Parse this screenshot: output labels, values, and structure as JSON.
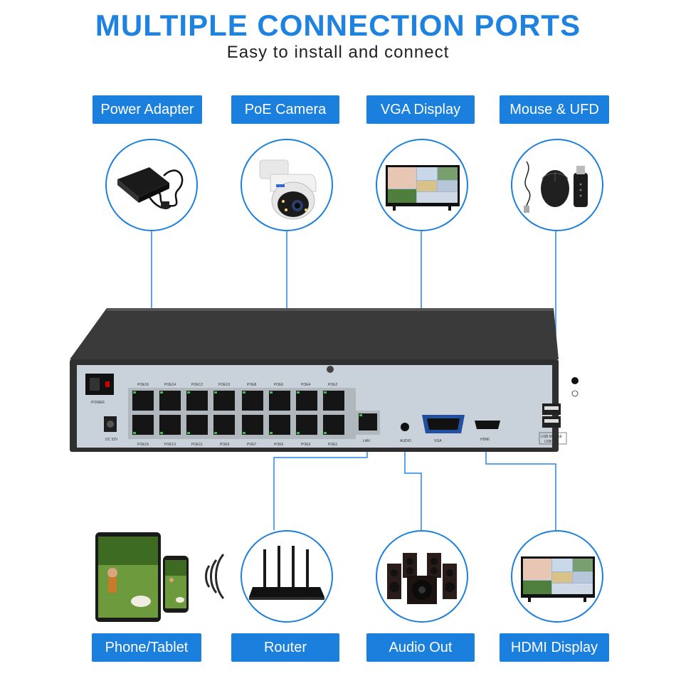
{
  "header": {
    "title": "MULTIPLE CONNECTION PORTS",
    "subtitle": "Easy to install and connect"
  },
  "top_items": [
    {
      "label": "Power Adapter",
      "icon": "power-adapter-icon"
    },
    {
      "label": "PoE Camera",
      "icon": "poe-camera-icon"
    },
    {
      "label": "VGA Display",
      "icon": "vga-display-icon"
    },
    {
      "label": "Mouse & UFD",
      "icon": "mouse-ufd-icon"
    }
  ],
  "bottom_items": [
    {
      "label": "Phone/Tablet",
      "icon": "phone-tablet-icon"
    },
    {
      "label": "Router",
      "icon": "router-icon"
    },
    {
      "label": "Audio Out",
      "icon": "speakers-icon"
    },
    {
      "label": "HDMI Display",
      "icon": "hdmi-display-icon"
    }
  ],
  "device": {
    "power_switch": "POWER",
    "dc_label": "DC 52V",
    "poe_top": [
      "POE16",
      "POE14",
      "POE12",
      "POE10",
      "POE8",
      "POE6",
      "POE4",
      "POE2"
    ],
    "poe_bottom": [
      "POE15",
      "POE13",
      "POE11",
      "POE9",
      "POE7",
      "POE5",
      "POE3",
      "POE1"
    ],
    "lan": "LAN",
    "audio": "AUDIO",
    "vga": "VGA",
    "hdmi": "HDMI",
    "usb": [
      "USB MOUSE",
      "USB 2.0"
    ]
  },
  "colors": {
    "accent": "#1b7fde",
    "title": "#1e82e0",
    "chassis": "#2b2b2b",
    "panel": "#c9d2da"
  }
}
